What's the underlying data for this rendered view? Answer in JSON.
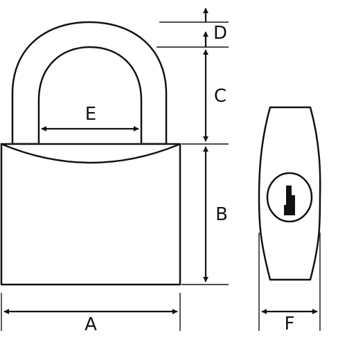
{
  "diagram": {
    "stroke_color": "#111111",
    "fill_color": "#ffffff",
    "labels": {
      "a": "A",
      "b": "B",
      "c": "C",
      "d": "D",
      "e": "E",
      "f": "F"
    }
  }
}
